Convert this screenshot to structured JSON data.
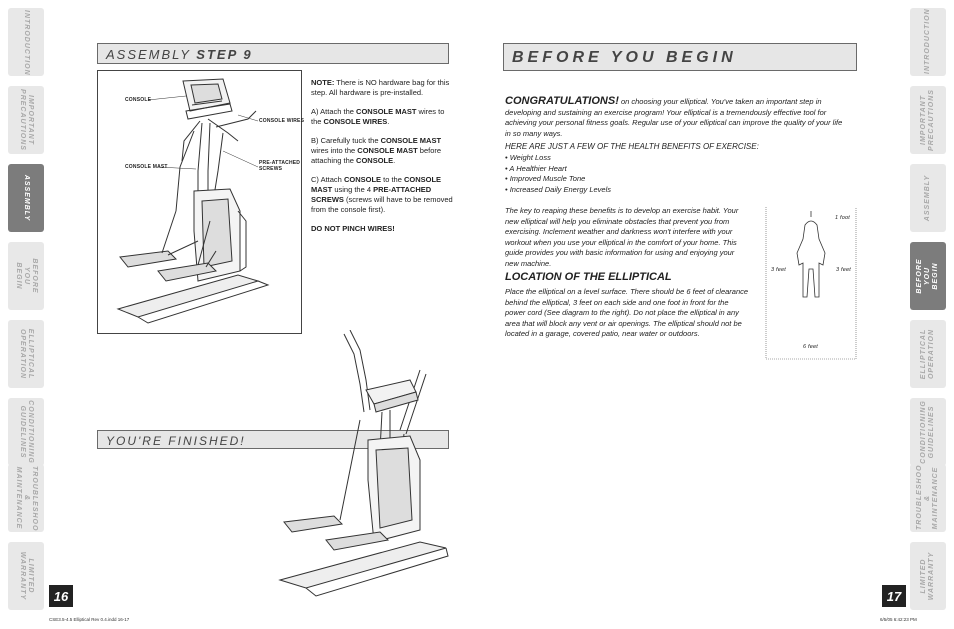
{
  "left_tabs": [
    {
      "label": "INTRODUCTION",
      "active": false
    },
    {
      "label": "IMPORTANT\nPRECAUTIONS",
      "active": false
    },
    {
      "label": "ASSEMBLY",
      "active": true
    },
    {
      "label": "BEFORE\nYOU BEGIN",
      "active": false
    },
    {
      "label": "ELLIPTICAL\nOPERATION",
      "active": false
    },
    {
      "label": "CONDITIONING\nGUIDELINES",
      "active": false
    },
    {
      "label": "TROUBLESHOOTING\n& MAINTENANCE",
      "active": false
    },
    {
      "label": "LIMITED\nWARRANTY",
      "active": false
    }
  ],
  "right_tabs": [
    {
      "label": "INTRODUCTION",
      "active": false
    },
    {
      "label": "IMPORTANT\nPRECAUTIONS",
      "active": false
    },
    {
      "label": "ASSEMBLY",
      "active": false
    },
    {
      "label": "BEFORE\nYOU BEGIN",
      "active": true
    },
    {
      "label": "ELLIPTICAL\nOPERATION",
      "active": false
    },
    {
      "label": "CONDITIONING\nGUIDELINES",
      "active": false
    },
    {
      "label": "TROUBLESHOOTING\n& MAINTENANCE",
      "active": false
    },
    {
      "label": "LIMITED\nWARRANTY",
      "active": false
    }
  ],
  "left_page": {
    "header_prefix": "ASSEMBLY ",
    "header_step": "STEP 9",
    "finished": "YOU'RE FINISHED!",
    "page_number": "16",
    "diagram_labels": {
      "console": "CONSOLE",
      "console_wires": "CONSOLE WIRES",
      "console_mast": "CONSOLE MAST",
      "pre_attached_1": "PRE-ATTACHED",
      "pre_attached_2": "SCREWS"
    },
    "note_label": "NOTE:",
    "note_text": " There is NO hardware bag for this step. All hardware is pre-installed.",
    "step_a": {
      "p1": "A) Attach the ",
      "b1": "CONSOLE MAST",
      "p2": " wires to the ",
      "b2": "CONSOLE WIRES",
      "p3": "."
    },
    "step_b": {
      "p1": "B) Carefully tuck the ",
      "b1": "CONSOLE MAST",
      "p2": " wires into the ",
      "b2": "CONSOLE MAST",
      "p3": " before attaching the ",
      "b3": "CONSOLE",
      "p4": "."
    },
    "step_c": {
      "p1": "C) Attach ",
      "b1": "CONSOLE",
      "p2": " to the ",
      "b2": "CONSOLE MAST",
      "p3": " using the 4 ",
      "b3": "PRE-ATTACHED SCREWS",
      "p4": " (screws will have to be removed from the console first)."
    },
    "warning": "DO NOT PINCH WIRES!",
    "footer_file": "CSE3.5-4.5 Elliptical Rev 0.4.indd   16-17"
  },
  "right_page": {
    "header": "BEFORE YOU BEGIN",
    "congrats_head": "CONGRATULATIONS!",
    "congrats_text": " on choosing your elliptical. You've taken an important step in developing and sustaining an exercise program! Your elliptical is a tremendously effective tool for achieving your personal fitness goals. Regular use of your elliptical can improve the quality of your life in so many ways.",
    "benefits_head": "HERE ARE JUST A FEW OF THE HEALTH BENEFITS OF EXERCISE:",
    "benefits": [
      "• Weight Loss",
      "• A Healthier Heart",
      "• Improved Muscle Tone",
      "• Increased Daily Energy Levels"
    ],
    "key_text": "The key to reaping these benefits is to develop an exercise habit. Your new elliptical will help you eliminate obstacles that prevent you from exercising. Inclement weather and darkness won't interfere with your workout when you use your elliptical in the comfort of your home. This guide provides you with basic information for using and enjoying your new machine.",
    "location_head": "LOCATION OF THE ELLIPTICAL",
    "location_text": "Place the elliptical on a level surface. There should be 6 feet of clearance behind the elliptical, 3 feet on each side and one foot in front for the power cord (See diagram to the right). Do not place the elliptical in any area that will block any vent or air openings. The elliptical should not be located in a garage, covered patio, near water or outdoors.",
    "clearance": {
      "front": "1 foot",
      "left": "3 feet",
      "right": "3 feet",
      "rear": "6 feet"
    },
    "page_number": "17",
    "footer_date": "6/5/05   6:42:23 PM"
  }
}
